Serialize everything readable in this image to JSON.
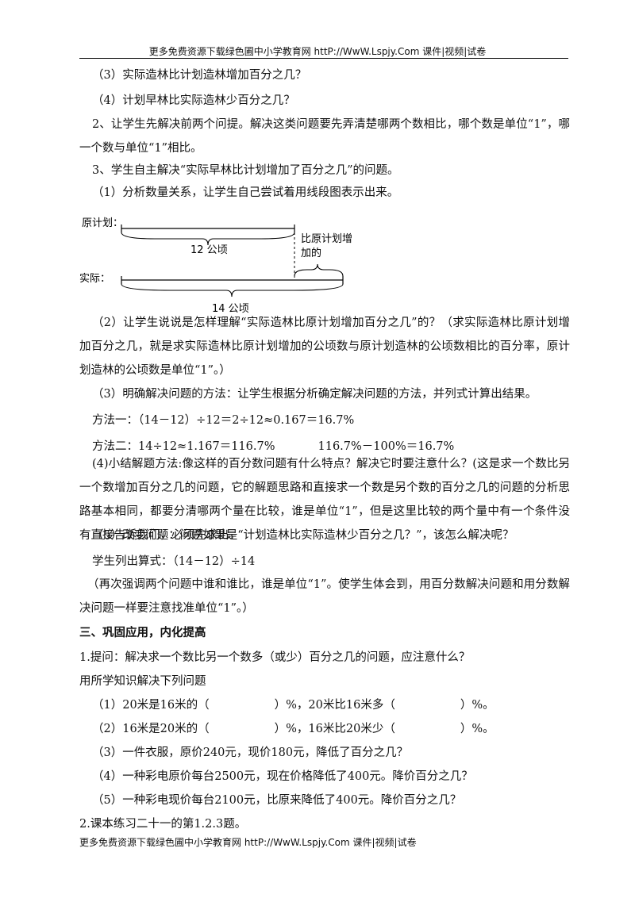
{
  "header": {
    "text": "更多免费资源下载绿色圃中小学教育网 httP://WwW.Lspjy.Com 课件|视频|试卷"
  },
  "footer": {
    "text": "更多免费资源下载绿色圃中小学教育网 httP://WwW.Lspjy.Com 课件|视频|试卷"
  },
  "body": {
    "q3": "（3）实际造林比计划造林增加百分之几？",
    "q4": "（4）计划早林比实际造林少百分之几？",
    "s2": "2、让学生先解决前两个问提。解决这类问题要先弄清楚哪两个数相比，哪个数是单位“1”，哪一个数与单位“1”相比。",
    "s3": "3、学生自主解决“实际早林比计划增加了百分之几”的问题。",
    "p1": "（1）分析数量关系，让学生自己尝试着用线段图表示出来。",
    "p2": "（2）让学生说说是怎样理解“实际造林比原计划增加百分之几”的？（求实际造林比原计划增加百分之几，就是求实际造林比原计划增加的公顷数与原计划造林的公顷数相比的百分率，原计划造林的公顷数是单位“1”。）",
    "p3": "（3）明确解决问题的方法：让学生根据分析确定解决问题的方法，并列式计算出结果。",
    "m1": "方法一：（14－12）÷12＝2÷12≈0.167＝16.7%",
    "m2a": "方法二：14÷12≈1.167＝116.7%",
    "m2b": "116.7%－100%＝16.7%",
    "p4": "(4)小结解题方法:像这样的百分数问题有什么特点？解决它时要注意什么？(这是求一个数比另一个数增加百分之几的问题，它的解题思路和直接求一个数是另个数的百分之几的问题的分析思路基本相同，都要分清哪两个量在比较，谁是单位“1”，但是这里比较的两个量中有一个条件没有直接告诉我们，必须先求出。",
    "p5": "（5）改变问题：问题如果是“计划造林比实际造林少百分之几？”，该怎么解决呢？",
    "calc": "学生列出算式：（14－12）÷14",
    "note": "（再次强调两个问题中谁和谁比，谁是单位“1”。使学生体会到，用百分数解决问题和用分数解决问题一样要注意找准单位“1”。）",
    "section3": "三、巩固应用，内化提高",
    "e1": "1.提问：解决求一个数比另一个数多（或少）百分之几的问题，应注意什么？",
    "e1b": "用所学知识解决下列问题",
    "x1a": "（1）20米是16米的（",
    "x1b": "）%，20米比16米多（",
    "x1c": "）%。",
    "x2a": "（2）16米是20米的（",
    "x2b": "）%，16米比20米少（",
    "x2c": "）%。",
    "x3": "（3）一件衣服，原价240元，现价180元，降低了百分之几？",
    "x4": "（4）一种彩电原价每台2500元，现在价格降低了400元。降价百分之几？",
    "x5": "（5）一种彩电现价每台2100元，比原来降低了400元。降价百分之几？",
    "e2": "2.课本练习二十一的第1.2.3题。"
  },
  "diagram": {
    "label_plan": "原计划：",
    "label_actual": "实际：",
    "label_12": "12 公顷",
    "label_14": "14 公顷",
    "label_increase_1": "比原计划增",
    "label_increase_2": "加的"
  }
}
